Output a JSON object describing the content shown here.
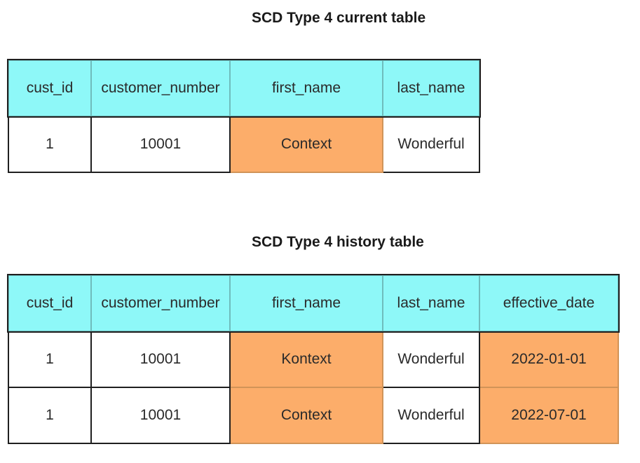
{
  "current_table": {
    "title": "SCD Type 4 current table",
    "columns": [
      "cust_id",
      "customer_number",
      "first_name",
      "last_name"
    ],
    "rows": [
      [
        "1",
        "10001",
        "Context",
        "Wonderful"
      ]
    ],
    "highlight_color": "#fcad6a",
    "header_color": "#8ef8f8"
  },
  "history_table": {
    "title": "SCD Type 4 history table",
    "columns": [
      "cust_id",
      "customer_number",
      "first_name",
      "last_name",
      "effective_date"
    ],
    "rows": [
      [
        "1",
        "10001",
        "Kontext",
        "Wonderful",
        "2022-01-01"
      ],
      [
        "1",
        "10001",
        "Context",
        "Wonderful",
        "2022-07-01"
      ]
    ],
    "highlight_color": "#fcad6a",
    "header_color": "#8ef8f8"
  }
}
